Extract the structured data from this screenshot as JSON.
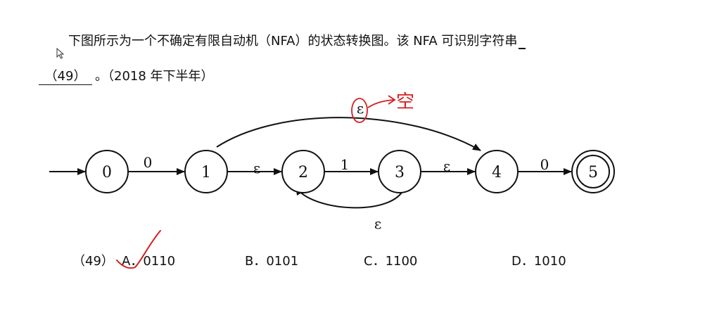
{
  "question": {
    "line1": "下图所示为一个不确定有限自动机（NFA）的状态转换图。该 NFA 可识别字符串",
    "blank_label": "（49）",
    "line2_tail": "。（2018 年下半年）"
  },
  "diagram": {
    "states": [
      "0",
      "1",
      "2",
      "3",
      "4",
      "5"
    ],
    "start_state": "0",
    "accept_state": "5",
    "transitions": [
      {
        "from": "0",
        "to": "1",
        "symbol": "0"
      },
      {
        "from": "1",
        "to": "2",
        "symbol": "ε"
      },
      {
        "from": "2",
        "to": "3",
        "symbol": "1"
      },
      {
        "from": "3",
        "to": "4",
        "symbol": "ε"
      },
      {
        "from": "4",
        "to": "5",
        "symbol": "0"
      },
      {
        "from": "3",
        "to": "2",
        "symbol": "ε"
      },
      {
        "from": "1",
        "to": "4",
        "symbol": "ε"
      }
    ],
    "annotation": {
      "circled_symbol": "ε",
      "note": "空",
      "color": "#d42020"
    }
  },
  "options": {
    "number": "（49）",
    "a": "A．0110",
    "b": "B．0101",
    "c": "C．1100",
    "d": "D．1010",
    "marked": "a",
    "mark_color": "#d42020"
  },
  "icons": {
    "cursor": "mouse-pointer-icon"
  }
}
